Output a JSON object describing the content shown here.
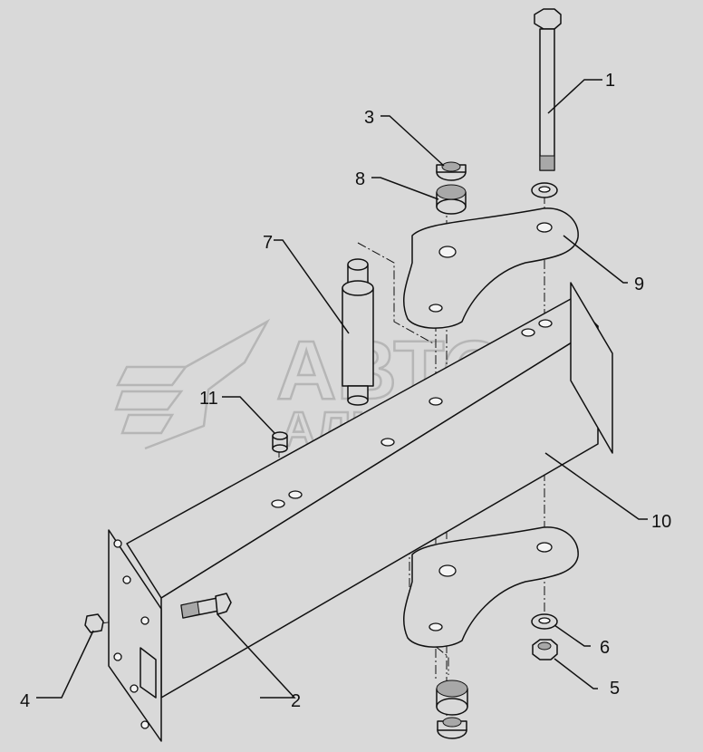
{
  "diagram": {
    "background": "#d9d9d9",
    "line_color": "#111111",
    "watermark": {
      "line1": "АВТО",
      "line2": "АЛЬЯНС",
      "color": "#b6b6b6"
    },
    "callouts": [
      {
        "id": "1",
        "label": "1"
      },
      {
        "id": "2",
        "label": "2"
      },
      {
        "id": "3",
        "label": "3"
      },
      {
        "id": "4",
        "label": "4"
      },
      {
        "id": "5",
        "label": "5"
      },
      {
        "id": "6",
        "label": "6"
      },
      {
        "id": "7",
        "label": "7"
      },
      {
        "id": "8",
        "label": "8"
      },
      {
        "id": "9",
        "label": "9"
      },
      {
        "id": "10",
        "label": "10"
      },
      {
        "id": "11",
        "label": "11"
      }
    ]
  }
}
